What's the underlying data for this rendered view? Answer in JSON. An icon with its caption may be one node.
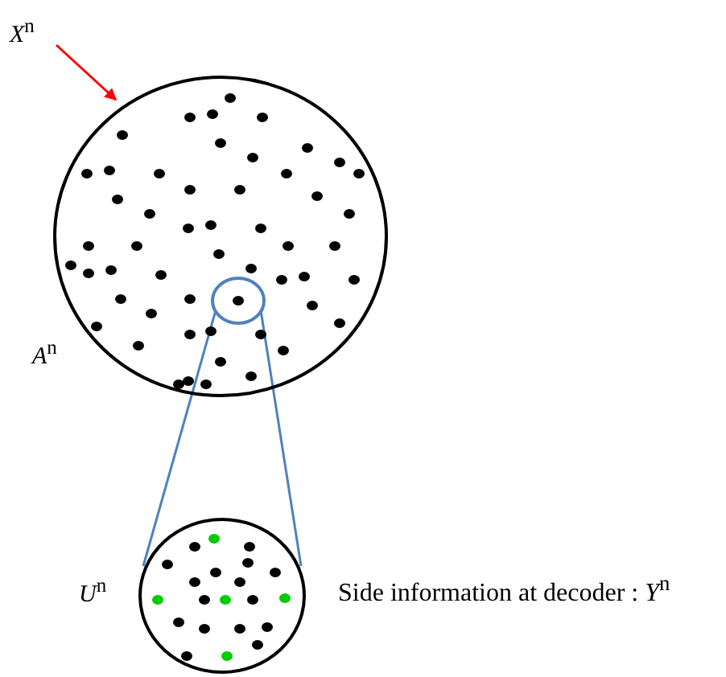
{
  "diagram": {
    "nodes": [
      {
        "text": [
          "*X*$^{n}$"
        ]
      },
      {
        "text": [],
        "shape": "circle",
        "beside": [
          "*A*$^{n}$"
        ]
      },
      {
        "text": [],
        "shape": "circle",
        "in": 1
      },
      {
        "text": [],
        "shape": "circle",
        "beside": [
          "*U*$^{n}$"
        ]
      }
    ],
    "edges": [
      {
        "from": 0,
        "to": 1,
        "arrow": "to",
        "color": "#ff0000"
      },
      {
        "from": 2,
        "to": 3,
        "arrow": "none",
        "color": "#4f81bd"
      },
      {
        "from": 2,
        "to": 3,
        "arrow": "none",
        "color": "#4f81bd"
      }
    ],
    "labels": [
      "Side information at decoder : *Y*$^{n}$"
    ]
  }
}
